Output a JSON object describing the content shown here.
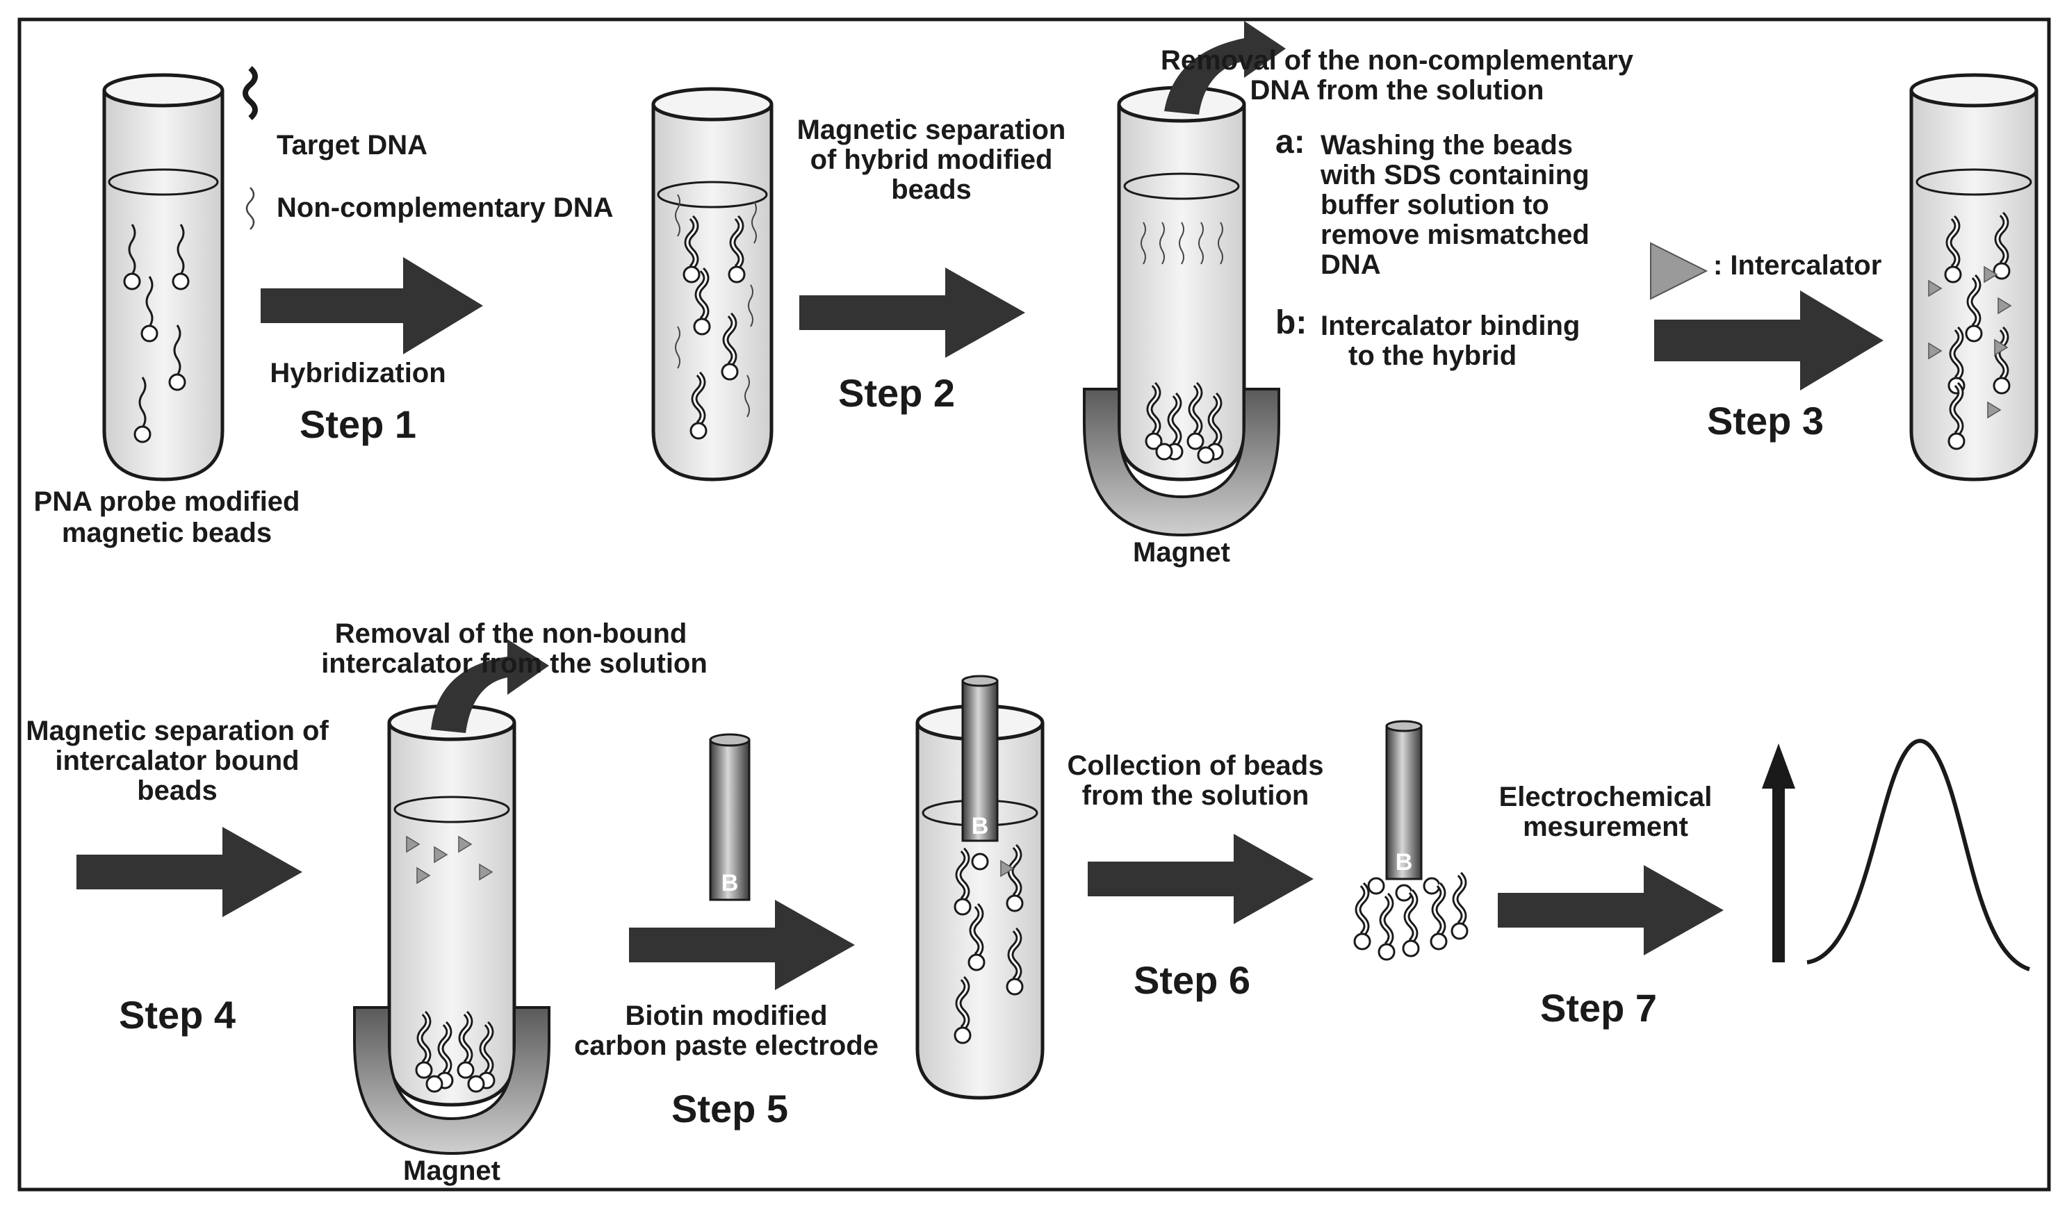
{
  "legend": {
    "target_dna": "Target DNA",
    "non_complementary_dna": "Non-complementary DNA",
    "intercalator": ": Intercalator"
  },
  "tube1": {
    "label_line1": "PNA probe modified",
    "label_line2": "magnetic beads"
  },
  "arrow1": {
    "action": "Hybridization",
    "step": "Step 1"
  },
  "arrow2": {
    "caption_line1": "Magnetic separation",
    "caption_line2": "of hybrid modified",
    "caption_line3": "beads",
    "step": "Step 2"
  },
  "removal1": {
    "line1": "Removal of the non-complementary",
    "line2": "DNA from the solution"
  },
  "washing": {
    "a_letter": "a:",
    "a_line1": "Washing the beads",
    "a_line2": "with SDS containing",
    "a_line3": "buffer solution  to",
    "a_line4": "remove mismatched",
    "a_line5": "DNA",
    "b_letter": "b:",
    "b_line1": "Intercalator binding",
    "b_line2": "to the hybrid"
  },
  "magnet1": "Magnet",
  "arrow3": {
    "step": "Step 3"
  },
  "removal2": {
    "line1": "Removal of the non-bound",
    "line2": "intercalator from the solution"
  },
  "arrow4": {
    "caption_line1": "Magnetic separation of",
    "caption_line2": "intercalator bound",
    "caption_line3": "beads",
    "step": "Step 4"
  },
  "magnet2": "Magnet",
  "electrode": {
    "letter": "B",
    "label_line1": "Biotin modified",
    "label_line2": "carbon paste electrode"
  },
  "arrow5": {
    "step": "Step 5"
  },
  "tube_electrode_letter": "B",
  "arrow6": {
    "caption_line1": "Collection of beads",
    "caption_line2": "from the solution",
    "step": "Step 6"
  },
  "collected_letter": "B",
  "arrow7": {
    "caption_line1": "Electrochemical",
    "caption_line2": "mesurement",
    "step": "Step 7"
  },
  "colors": {
    "ink": "#1a1a1a",
    "arrow": "#333333",
    "tube_fill": "#e8e8e8",
    "intercalator": "#9a9a9a"
  }
}
